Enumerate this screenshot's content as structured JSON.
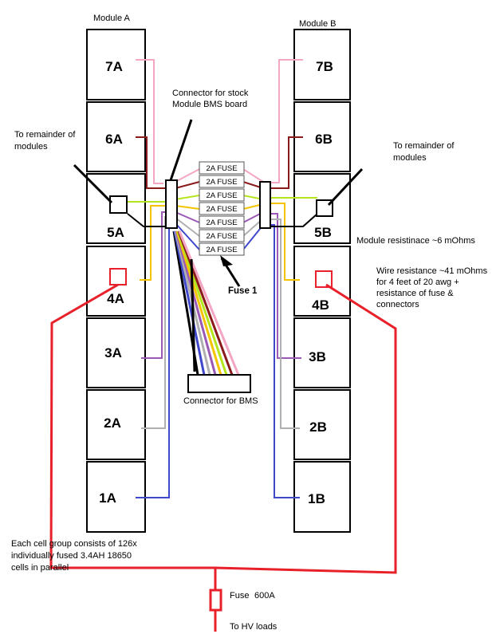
{
  "module_a": {
    "title": "Module A",
    "cells": [
      "7A",
      "6A",
      "5A",
      "4A",
      "3A",
      "2A",
      "1A"
    ]
  },
  "module_b": {
    "title": "Module B",
    "cells": [
      "7B",
      "6B",
      "5B",
      "4B",
      "3B",
      "2B",
      "1B"
    ]
  },
  "labels": {
    "connector_stock_line1": "Connector for stock",
    "connector_stock_line2": "Module BMS board",
    "remainder_left_line1": "To remainder of",
    "remainder_left_line2": "modules",
    "remainder_right_line1": "To remainder of",
    "remainder_right_line2": "modules",
    "module_resistance": "Module resistinace ~6 mOhms",
    "wire_resistance_line1": "Wire resistance ~41 mOhms",
    "wire_resistance_line2": "for 4 feet of 20 awg +",
    "wire_resistance_line3": "resistance of fuse &",
    "wire_resistance_line4": "connectors",
    "fuse1": "Fuse 1",
    "connector_bms": "Connector for BMS",
    "cell_group_line1": "Each cell group consists of 126x",
    "cell_group_line2": "individually fused 3.4AH 18650",
    "cell_group_line3": "cells in parallel",
    "main_fuse": "Fuse",
    "main_fuse_rating": "600A",
    "hv_loads": "To HV loads"
  },
  "fuses": [
    "2A FUSE",
    "2A FUSE",
    "2A FUSE",
    "2A FUSE",
    "2A FUSE",
    "2A FUSE",
    "2A FUSE"
  ],
  "colors": {
    "pink": "#f4a6c4",
    "darkred": "#8b1a1a",
    "lime": "#b5e61d",
    "yellow": "#f5c400",
    "purple": "#9b59b6",
    "gray": "#b0b0b0",
    "blue": "#3f48cc",
    "red": "#e8202a"
  }
}
